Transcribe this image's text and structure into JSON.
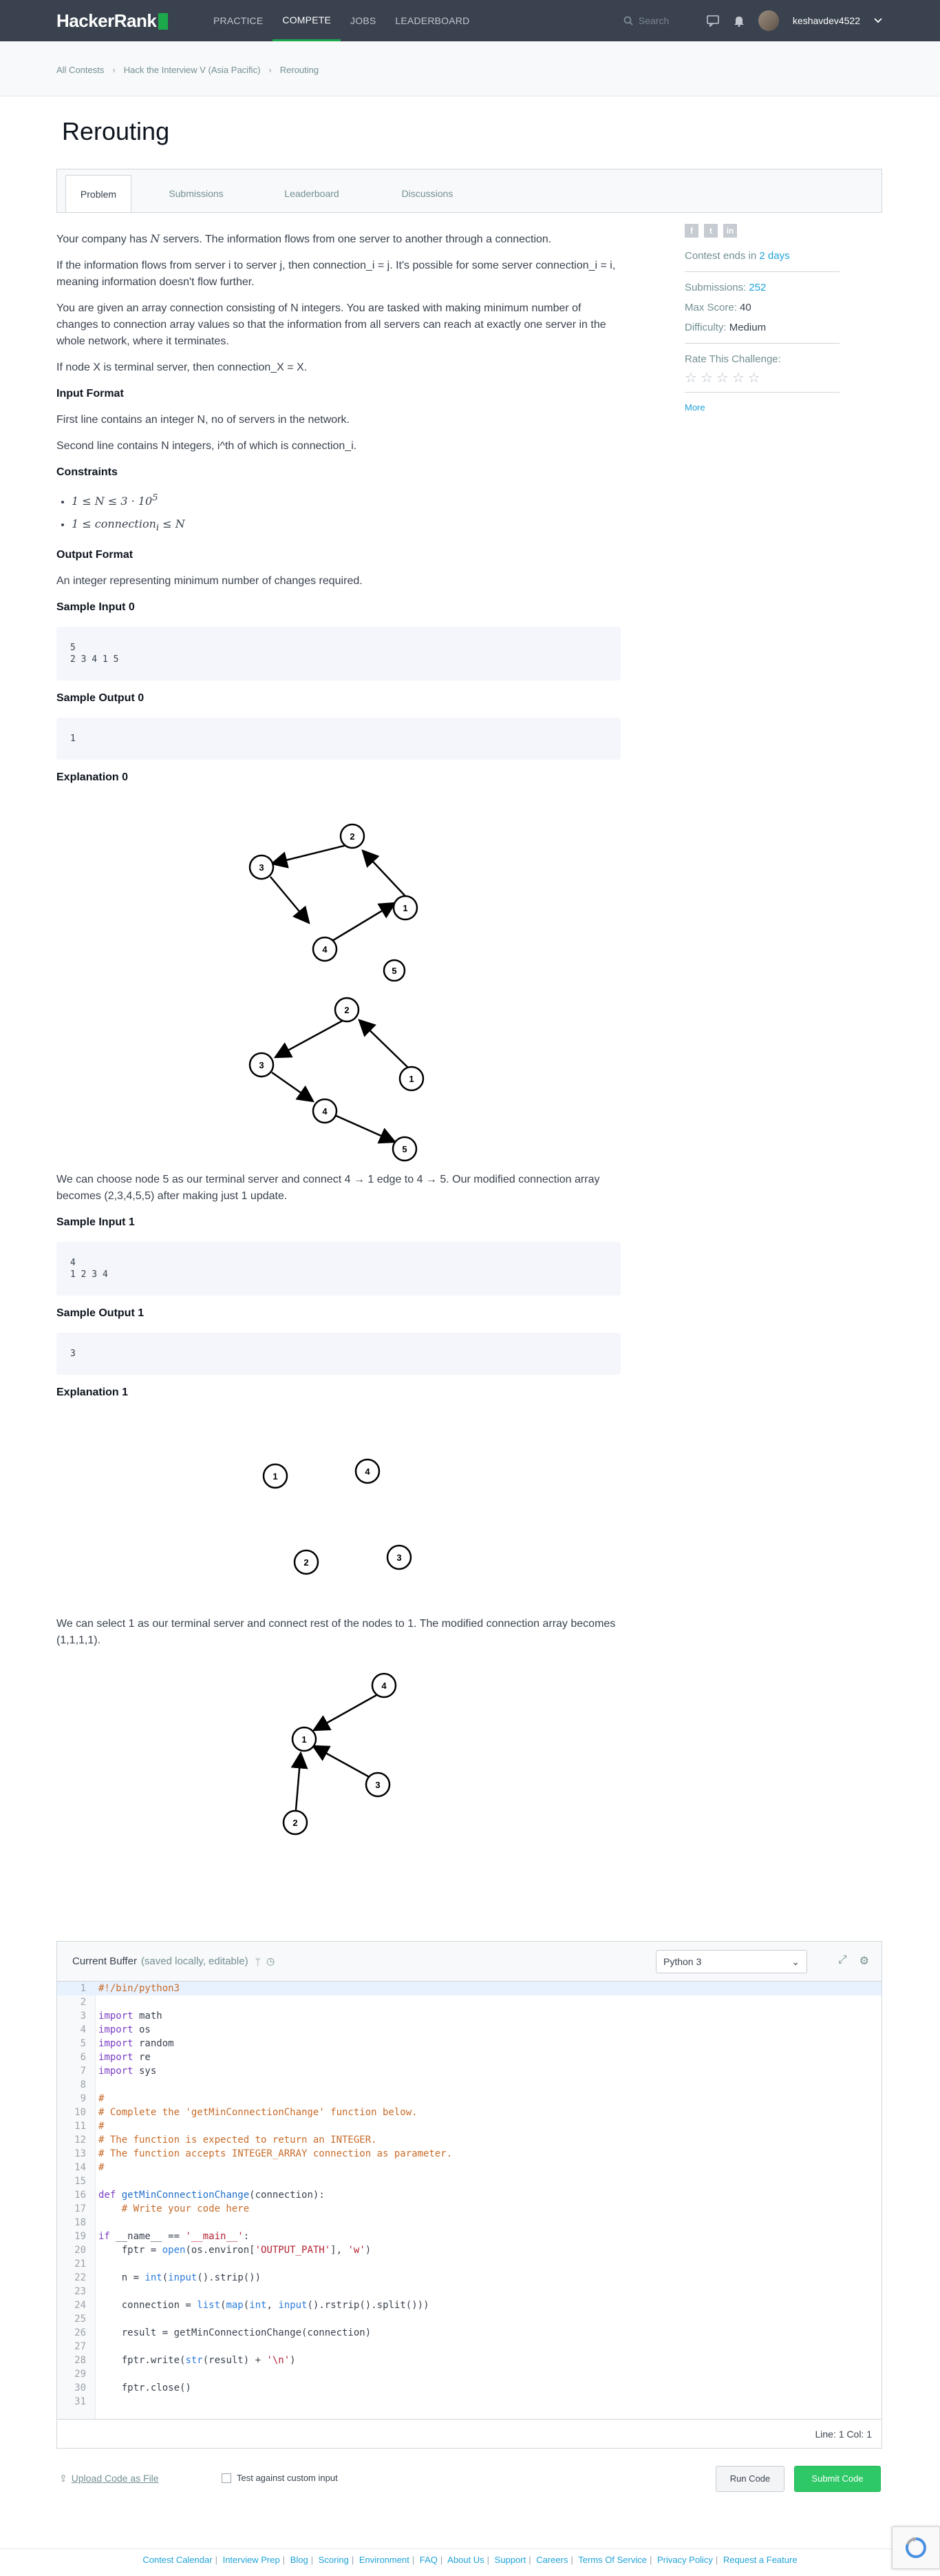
{
  "nav": {
    "logo": "HackerRank",
    "links": [
      "PRACTICE",
      "COMPETE",
      "JOBS",
      "LEADERBOARD"
    ],
    "active_link": "COMPETE",
    "search_placeholder": "Search",
    "username": "keshavdev4522"
  },
  "breadcrumb": [
    "All Contests",
    "Hack the Interview V (Asia Pacific)",
    "Rerouting"
  ],
  "title": "Rerouting",
  "tabs": [
    "Problem",
    "Submissions",
    "Leaderboard",
    "Discussions"
  ],
  "sidebar": {
    "contest_ends_label": "Contest ends in",
    "contest_ends_value": "2 days",
    "submissions_label": "Submissions:",
    "submissions_value": "252",
    "max_score_label": "Max Score:",
    "max_score_value": "40",
    "difficulty_label": "Difficulty:",
    "difficulty_value": "Medium",
    "rate_label": "Rate This Challenge:",
    "more": "More"
  },
  "problem": {
    "p1_a": "Your company has ",
    "p1_b": " servers. The information flows from one server to another through a connection.",
    "p2": "If the information flows from server i to server j, then connection_i = j. It's possible for some server connection_i = i, meaning information doesn't flow further.",
    "p3": "You are given an array connection consisting of N integers. You are tasked with making minimum number of changes to connection array values so that the information from all servers can reach at exactly one server in the whole network, where it terminates.",
    "p4": "If node X is terminal server, then connection_X = X.",
    "input_format_heading": "Input Format",
    "input_line1": "First line contains an integer N, no of servers in the network.",
    "input_line2": "Second line contains N integers, i^th of which is connection_i.",
    "constraints_heading": "Constraints",
    "output_format_heading": "Output Format",
    "output_text": "An integer representing minimum number of changes required.",
    "sample_input_0_heading": "Sample Input 0",
    "sample_input_0": "5\n2 3 4 1 5",
    "sample_output_0_heading": "Sample Output 0",
    "sample_output_0": "1",
    "explanation_0_heading": "Explanation 0",
    "explanation_0_text": "We can choose node 5 as our terminal server and connect 4 → 1 edge to 4 → 5. Our modified connection array becomes (2,3,4,5,5) after making just 1 update.",
    "sample_input_1_heading": "Sample Input 1",
    "sample_input_1": "4\n1 2 3 4",
    "sample_output_1_heading": "Sample Output 1",
    "sample_output_1": "3",
    "explanation_1_heading": "Explanation 1",
    "explanation_1_text": "We can select 1 as our terminal server and connect rest of the nodes to 1. The modified connection array becomes (1,1,1,1)."
  },
  "editor": {
    "buffer_label": "Current Buffer",
    "buffer_sub": "(saved locally, editable)",
    "language": "Python 3",
    "status": "Line: 1 Col: 1",
    "upload": "Upload Code as File",
    "custom_input": "Test against custom input",
    "run": "Run Code",
    "submit": "Submit Code"
  },
  "footer": [
    "Contest Calendar",
    "Interview Prep",
    "Blog",
    "Scoring",
    "Environment",
    "FAQ",
    "About Us",
    "Support",
    "Careers",
    "Terms Of Service",
    "Privacy Policy",
    "Request a Feature"
  ],
  "colors": {
    "brand_green": "#1ba94c",
    "nav_bg": "#39424e",
    "link_blue": "#1fa2d8"
  }
}
